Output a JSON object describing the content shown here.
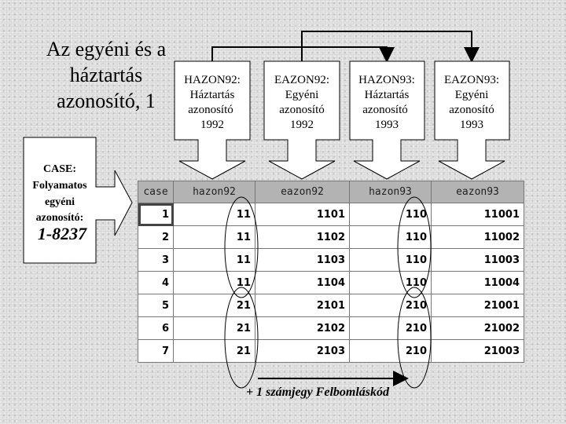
{
  "title": {
    "lines": [
      "Az egyéni és a",
      "háztartás",
      "azonosító, 1"
    ]
  },
  "callouts": [
    {
      "lines": [
        "HAZON92:",
        "Háztartás",
        "azonosító",
        "1992"
      ]
    },
    {
      "lines": [
        "EAZON92:",
        "Egyéni",
        "azonosító",
        "1992"
      ]
    },
    {
      "lines": [
        "HAZON93:",
        "Háztartás",
        "azonosító",
        "1993"
      ]
    },
    {
      "lines": [
        "EAZON93:",
        "Egyéni",
        "azonosító",
        "1993"
      ]
    }
  ],
  "case_box": {
    "lines": [
      "CASE:",
      "Folyamatos",
      "egyéni",
      "azonosító:"
    ],
    "range": "1-8237"
  },
  "table": {
    "headers": [
      "case",
      "hazon92",
      "eazon92",
      "hazon93",
      "eazon93"
    ],
    "rows": [
      [
        "1",
        "11",
        "1101",
        "110",
        "11001"
      ],
      [
        "2",
        "11",
        "1102",
        "110",
        "11002"
      ],
      [
        "3",
        "11",
        "1103",
        "110",
        "11003"
      ],
      [
        "4",
        "11",
        "1104",
        "110",
        "11004"
      ],
      [
        "5",
        "21",
        "2101",
        "210",
        "21001"
      ],
      [
        "6",
        "21",
        "2102",
        "210",
        "21002"
      ],
      [
        "7",
        "21",
        "2103",
        "210",
        "21003"
      ]
    ]
  },
  "footnote": "+ 1 számjegy Felbomláskód"
}
